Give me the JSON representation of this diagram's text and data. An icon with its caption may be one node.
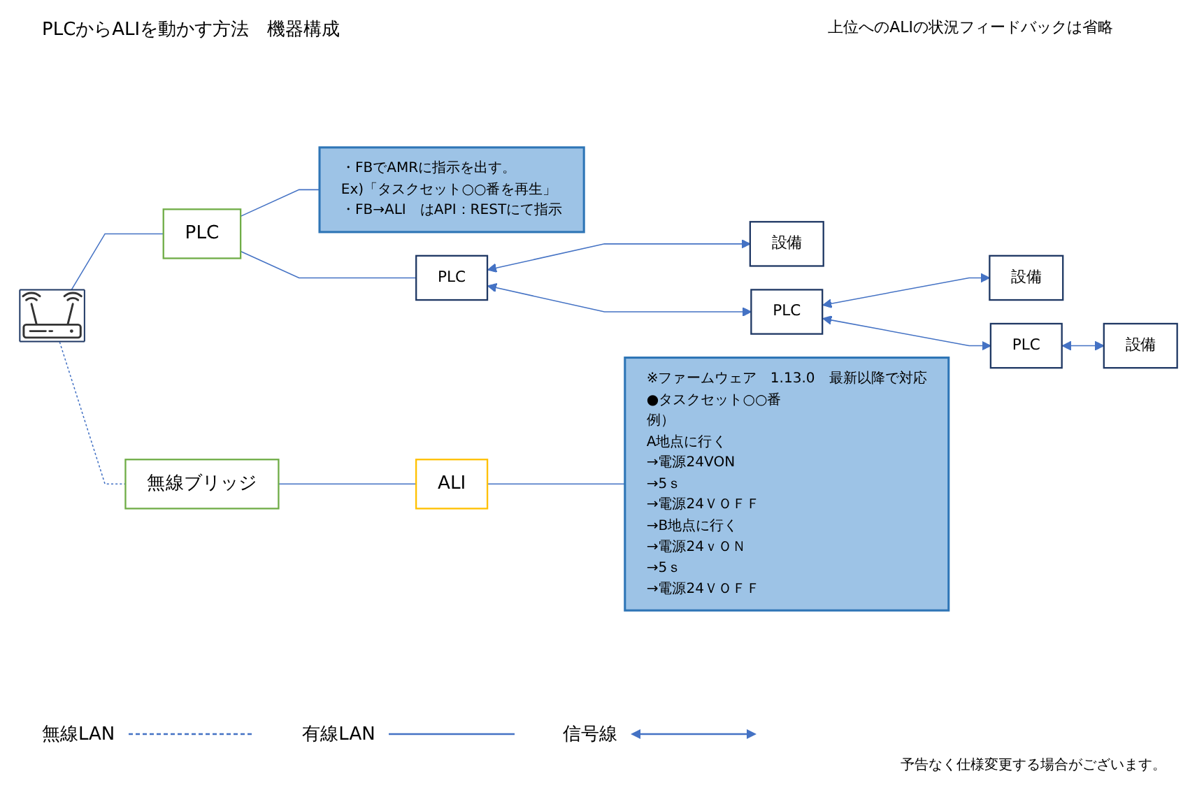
{
  "diagram": {
    "title": "PLCからALIを動かす方法　機器構成",
    "nodes": [
      {
        "text": [],
        "shape": "picture"
      },
      {
        "text": [
          "PLC"
        ]
      },
      {
        "text": [
          "・FBでAMRに指示を出す。",
          "Ex)「タスクセット○○番を再生」",
          "・FB→ALI　はAPI：RESTにて指示"
        ]
      },
      {
        "text": [
          "無線ブリッジ"
        ]
      },
      {
        "text": [
          "ALI"
        ]
      },
      {
        "text": [
          "※ファームウェア　1.13.0　最新以降で対応",
          "●タスクセット○○番",
          "例）",
          "A地点に行く",
          "→電源24VON",
          "→5ｓ",
          "→電源24ＶＯＦＦ",
          "→B地点に行く",
          "→電源24ｖＯＮ",
          "→5ｓ",
          "→電源24ＶＯＦＦ"
        ]
      },
      {
        "text": [
          "PLC"
        ]
      },
      {
        "text": [
          "PLC"
        ]
      },
      {
        "text": [
          "PLC"
        ]
      },
      {
        "text": [
          "設備"
        ]
      },
      {
        "text": [
          "設備"
        ]
      },
      {
        "text": [
          "設備"
        ]
      }
    ],
    "edges": [
      {
        "from": 0,
        "to": 1,
        "arrow": "none"
      },
      {
        "from": 1,
        "to": 2,
        "arrow": "none"
      },
      {
        "from": 0,
        "to": 3,
        "arrow": "none",
        "style": "dashed"
      },
      {
        "from": 1,
        "to": 6,
        "arrow": "none"
      },
      {
        "from": 6,
        "to": 9,
        "arrow": "both"
      },
      {
        "from": 6,
        "to": 7,
        "arrow": "both"
      },
      {
        "from": 7,
        "to": 10,
        "arrow": "both"
      },
      {
        "from": 7,
        "to": 8,
        "arrow": "both"
      },
      {
        "from": 8,
        "to": 11,
        "arrow": "both"
      },
      {
        "from": 3,
        "to": 4,
        "arrow": "none"
      },
      {
        "from": 4,
        "to": 5,
        "arrow": "none"
      }
    ],
    "labels": [
      "上位へのALIの状況フィードバックは省略",
      "予告なく仕様変更する場合がございます。"
    ],
    "legend": [
      {
        "text": "無線LAN"
      },
      {
        "text": "有線LAN"
      },
      {
        "text": "信号線"
      }
    ]
  }
}
